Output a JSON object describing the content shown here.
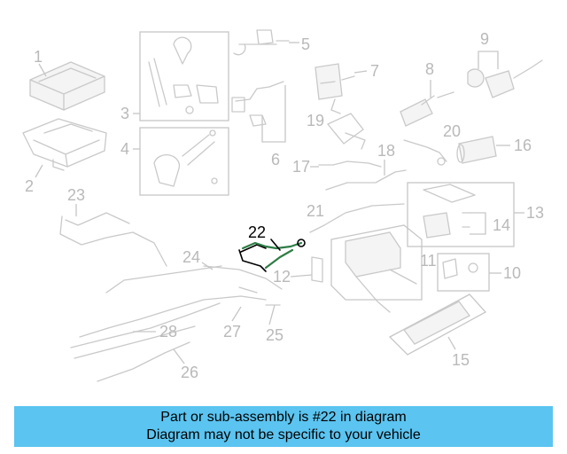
{
  "highlighted_part": "22",
  "callouts": [
    "1",
    "2",
    "3",
    "4",
    "5",
    "6",
    "7",
    "8",
    "9",
    "10",
    "11",
    "12",
    "13",
    "14",
    "15",
    "16",
    "17",
    "18",
    "19",
    "20",
    "21",
    "22",
    "23",
    "24",
    "25",
    "26",
    "27",
    "28"
  ],
  "banner": {
    "line1": "Part or sub-assembly is #22 in diagram",
    "line2": "Diagram may not be specific to your vehicle",
    "color": "#5bc4f0"
  },
  "colors": {
    "callout_text": "#b9b9b9",
    "part_lines": "#c9c9c9",
    "highlight": "#000000",
    "highlight_tube": "#2e7d46"
  }
}
